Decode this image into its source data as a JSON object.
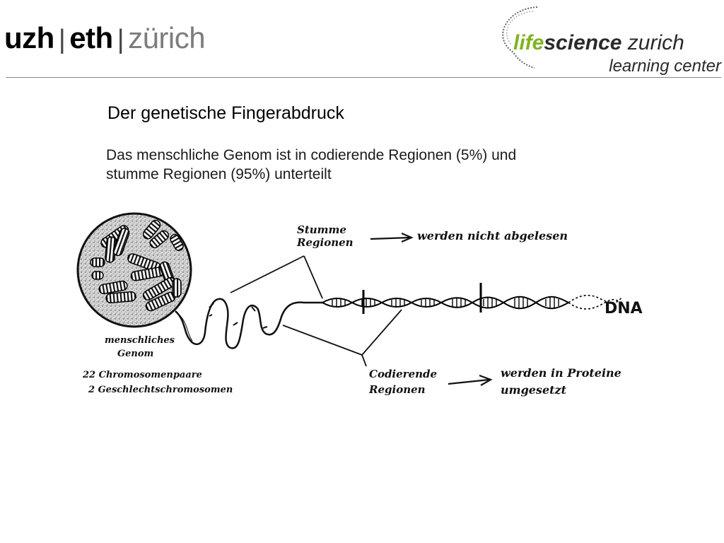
{
  "header": {
    "logo_left": {
      "uzh": "uzh",
      "sep": "|",
      "eth": "eth",
      "zurich": "zürich"
    },
    "logo_right": {
      "life": "life",
      "science": "science",
      "zurich": "zurich",
      "learning_center": "learning center"
    }
  },
  "slide": {
    "title": "Der genetische Fingerabdruck",
    "intro_line1": "Das menschliche Genom ist in codierende Regionen (5%) und",
    "intro_line2": "stumme Regionen (95%) unterteilt"
  },
  "diagram": {
    "stumme_l1": "Stumme",
    "stumme_l2": "Regionen",
    "stumme_result": "werden nicht abgelesen",
    "codierende_l1": "Codierende",
    "codierende_l2": "Regionen",
    "codierende_result_l1": "werden in Proteine",
    "codierende_result_l2": "umgesetzt",
    "dna": "DNA",
    "genom_l1": "menschliches",
    "genom_l2": "Genom",
    "chromosomes_l1": "22 Chromosomenpaare",
    "chromosomes_l2": "2 Geschlechtschromosomen"
  }
}
